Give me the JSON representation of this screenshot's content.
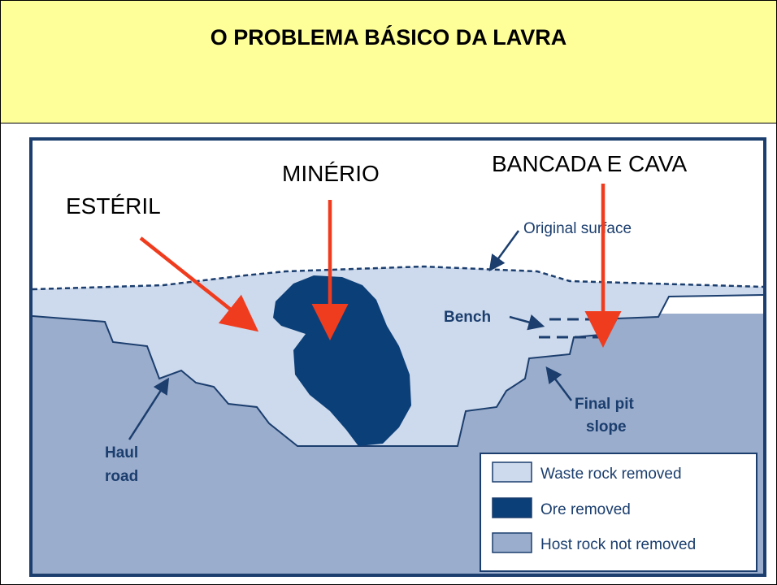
{
  "header": {
    "title": "O PROBLEMA BÁSICO DA LAVRA"
  },
  "annotations": {
    "esteril": "ESTÉRIL",
    "minerio": "MINÉRIO",
    "bancada": "BANCADA E CAVA"
  },
  "labels": {
    "original_surface": "Original surface",
    "bench": "Bench",
    "final_pit_line1": "Final pit",
    "final_pit_line2": "slope",
    "haul_line1": "Haul",
    "haul_line2": "road"
  },
  "legend": {
    "items": [
      {
        "label": "Waste rock removed",
        "color": "#cdd9ec"
      },
      {
        "label": "Ore removed",
        "color": "#0b3f78"
      },
      {
        "label": "Host rock not removed",
        "color": "#9badcc"
      }
    ]
  },
  "colors": {
    "header_bg": "#ffff99",
    "waste": "#cdd9ec",
    "ore": "#0b3f78",
    "host": "#9badcc",
    "frame": "#1b3e6e",
    "text_dark": "#1b3e6e",
    "arrow": "#f03c1e"
  }
}
